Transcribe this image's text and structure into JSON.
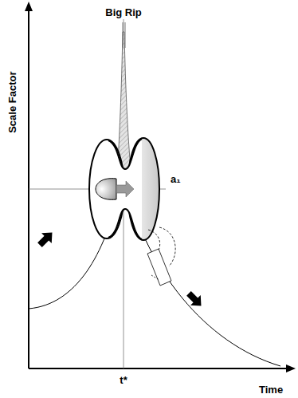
{
  "diagram": {
    "labels": [
      "Big Rip",
      "a₁",
      "Scale Factor",
      "t*",
      "Time"
    ]
  }
}
